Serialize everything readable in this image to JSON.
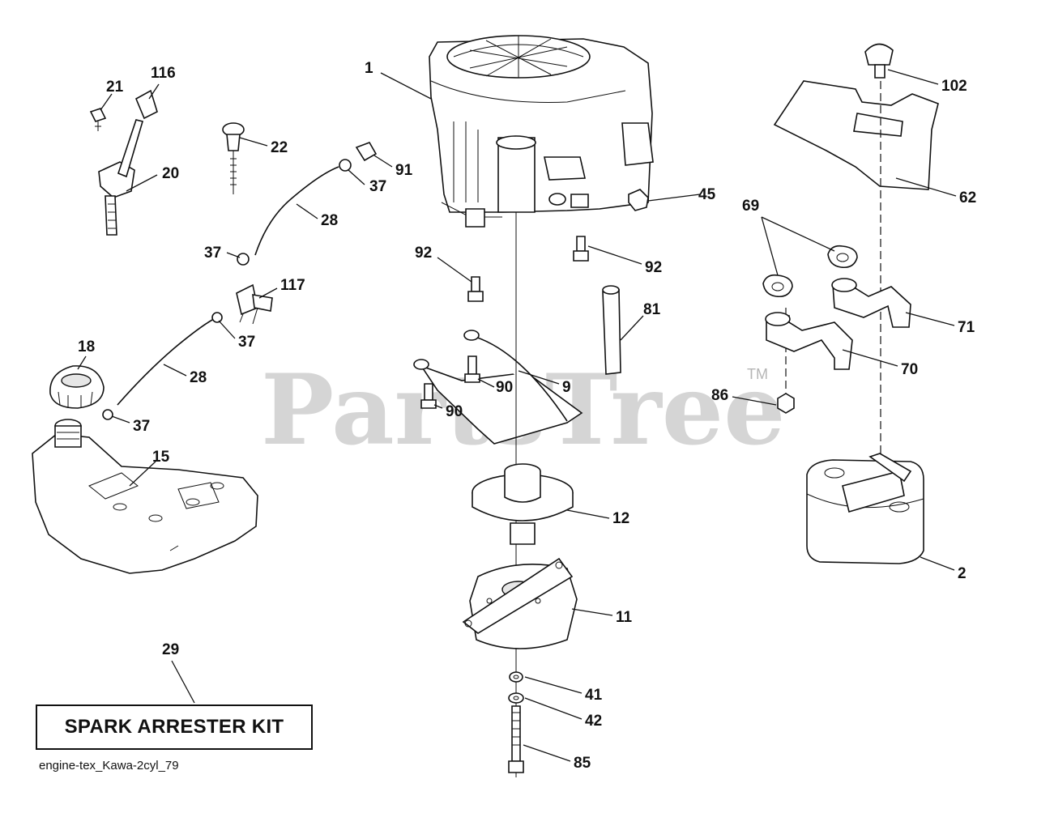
{
  "watermark": {
    "text": "PartsTree",
    "trademark": "TM"
  },
  "spark_arrester": {
    "label": "SPARK ARRESTER KIT"
  },
  "footer": {
    "code": "engine-tex_Kawa-2cyl_79"
  },
  "callouts": [
    "1",
    "116",
    "21",
    "22",
    "20",
    "91",
    "37",
    "28",
    "37",
    "117",
    "37",
    "28",
    "18",
    "37",
    "15",
    "92",
    "92",
    "45",
    "81",
    "9",
    "90",
    "90",
    "12",
    "11",
    "41",
    "42",
    "85",
    "29",
    "102",
    "62",
    "69",
    "71",
    "70",
    "86",
    "2"
  ]
}
